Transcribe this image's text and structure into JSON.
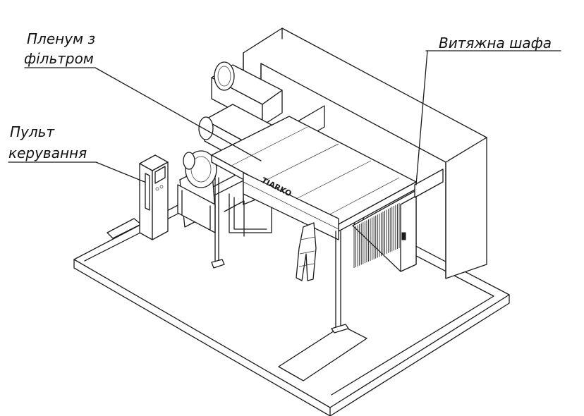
{
  "labels": {
    "plenum_line1": "Пленум з",
    "plenum_line2": "фільтром",
    "exhaust": "Витяжна шафа",
    "console_line1": "Пульт",
    "console_line2": "керування"
  },
  "brand_text": "TIARKO"
}
